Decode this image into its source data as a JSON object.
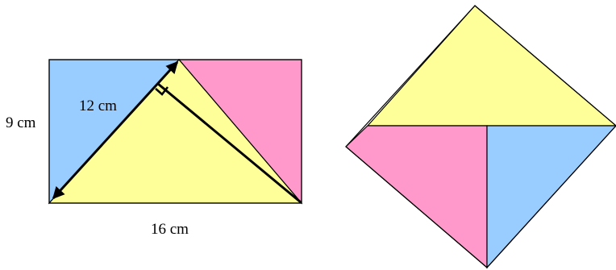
{
  "labels": {
    "height": "9 cm",
    "diagonal": "12 cm",
    "width": "16 cm"
  },
  "colors": {
    "blue": "#99ccff",
    "pink": "#ff99cc",
    "yellow": "#ffff99",
    "outline": "#000000"
  }
}
